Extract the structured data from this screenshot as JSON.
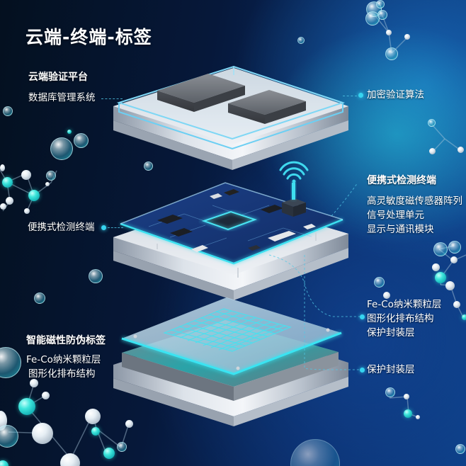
{
  "title": "云端-终端-标签",
  "cloud": {
    "heading": "云端验证平台",
    "left_label": "数据库管理系统",
    "right_label": "加密验证算法"
  },
  "terminal": {
    "left_label": "便携式检测终端",
    "right_heading": "便携式检测终端",
    "right_items": [
      "高灵敏度磁传感器阵列",
      "信号处理单元",
      "显示与通讯模块"
    ]
  },
  "tag": {
    "heading": "智能磁性防伪标签",
    "left_items": [
      "Fe-Co纳米颗粒层",
      "图形化排布结构"
    ],
    "right_items": [
      "Fe-Co纳米颗粒层",
      "图形化排布结构",
      "保护封装层"
    ],
    "bottom_right_label": "保护封装层"
  },
  "colors": {
    "accent": "#36d4f0",
    "background_dark": "#04101f",
    "background_blue": "#0d3f86",
    "glow_cyan": "#3ee6dc"
  },
  "icons": {
    "wireless": "wifi-signal-icon"
  }
}
